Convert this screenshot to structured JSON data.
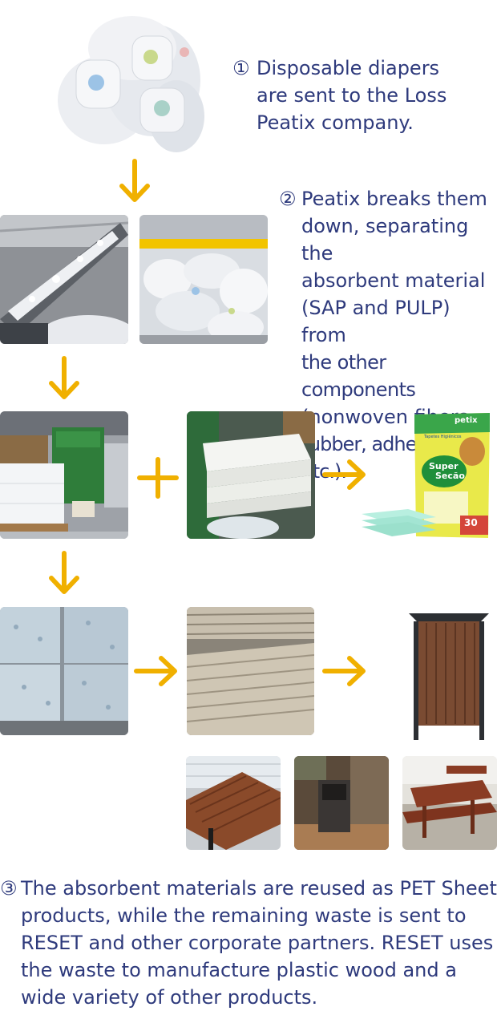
{
  "steps": {
    "step1": {
      "number": "①",
      "lines": [
        "Disposable diapers",
        "are sent to the Loss",
        "Peatix company."
      ]
    },
    "step2": {
      "number": "②",
      "lines": [
        "Peatix breaks them",
        "down, separating the",
        "absorbent material",
        "(SAP and PULP) from",
        "the other components",
        "(nonwoven fibers,",
        "rubber, adhesives, etc.)."
      ]
    },
    "step3": {
      "number": "③",
      "lines": [
        "The absorbent materials are reused as PET Sheet",
        "products, while the remaining waste is sent to",
        "RESET and other corporate partners. RESET uses",
        "the waste to manufacture plastic wood and a",
        "wide variety of other products."
      ]
    }
  },
  "product_pack": {
    "brand": "petix",
    "name_line1": "Super",
    "name_line2": "Secão",
    "label": "Tapetes Higiênicos",
    "count": "30"
  },
  "colors": {
    "text": "#2e3a7c",
    "arrow": "#f0b000",
    "warehouse_yellow": "#f2c400"
  },
  "icons": [
    "arrow-down-icon",
    "arrow-right-icon",
    "plus-icon"
  ]
}
